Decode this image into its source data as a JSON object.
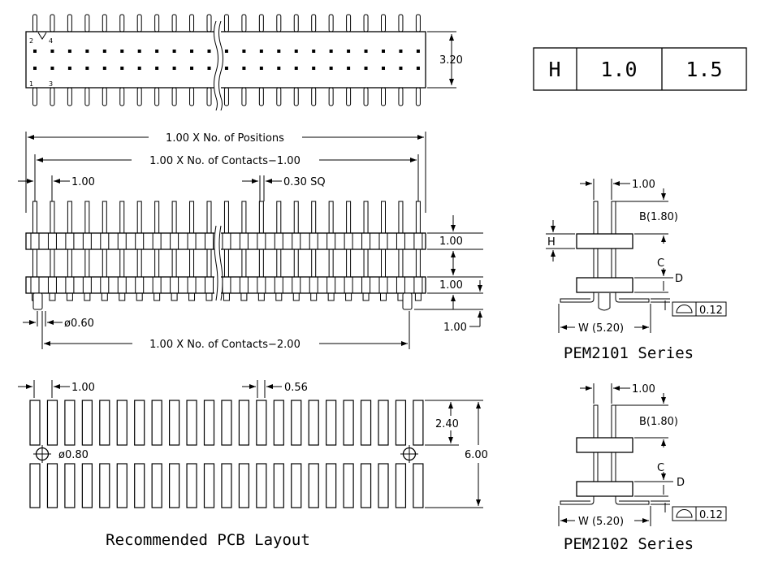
{
  "top_view": {
    "pin_numbers": [
      "2",
      "4",
      "1",
      "3"
    ],
    "height_dim": "3.20"
  },
  "spec_table": {
    "cells": [
      "H",
      "1.0",
      "1.5"
    ]
  },
  "front_view": {
    "positions_dim": "1.00 X No. of Positions",
    "contacts_dim": "1.00 X No. of Contacts−1.00",
    "pitch_dim": "1.00",
    "square_dim": "0.30 SQ",
    "right_dim_upper": "1.00",
    "right_dim_lower": "1.00",
    "post_dim": "ø0.60",
    "post_height_dim": "1.00",
    "contacts2_dim": "1.00 X No. of Contacts−2.00"
  },
  "pcb_layout": {
    "pitch_dim": "1.00",
    "pad_width_dim": "0.56",
    "pad_length_dim": "2.40",
    "hole_dim": "ø0.80",
    "total_dim": "6.00",
    "title": "Recommended PCB Layout"
  },
  "side_view_1": {
    "pitch_dim": "1.00",
    "b_dim": "B(1.80)",
    "h_label": "H",
    "c_label": "C",
    "d_label": "D",
    "flatness": "0.12",
    "w_dim": "W (5.20)",
    "title": "PEM2101 Series"
  },
  "side_view_2": {
    "pitch_dim": "1.00",
    "b_dim": "B(1.80)",
    "c_label": "C",
    "d_label": "D",
    "flatness": "0.12",
    "w_dim": "W (5.20)",
    "title": "PEM2102 Series"
  }
}
